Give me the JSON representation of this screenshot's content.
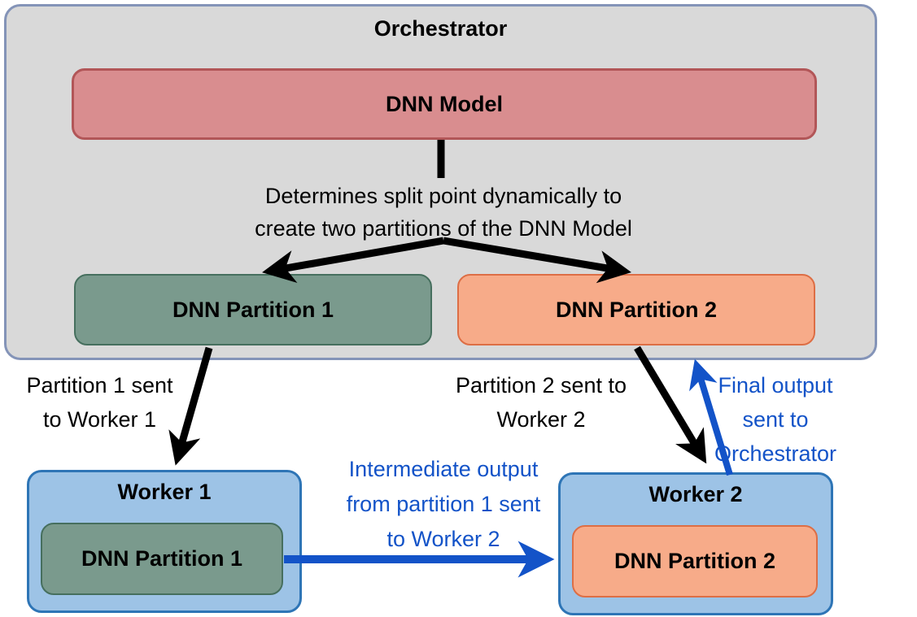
{
  "colors": {
    "canvas_bg": "#ffffff",
    "orchestrator_fill": "#d9d9d9",
    "orchestrator_border": "#8494b8",
    "model_fill": "#d98d8f",
    "model_border": "#b25658",
    "partition1_fill": "#7a9a8d",
    "partition1_border": "#466f5e",
    "partition2_fill": "#f7ab89",
    "partition2_border": "#dd6e45",
    "worker_fill": "#9dc3e6",
    "worker_border": "#2e75b6",
    "black": "#000000",
    "blue": "#1353c8"
  },
  "orchestrator": {
    "title": "Orchestrator",
    "model_label": "DNN Model",
    "split_caption_line1": "Determines split point dynamically to",
    "split_caption_line2": "create two partitions of the DNN Model",
    "partition1_label": "DNN Partition 1",
    "partition2_label": "DNN Partition 2"
  },
  "edges": {
    "partition1_to_worker1": {
      "line1": "Partition 1 sent",
      "line2": "to Worker 1"
    },
    "partition2_to_worker2": {
      "line1": "Partition 2 sent to",
      "line2": "Worker 2"
    },
    "final_output": {
      "line1": "Final output",
      "line2": "sent to",
      "line3": "Orchestrator"
    },
    "intermediate_output": {
      "line1": "Intermediate output",
      "line2": "from partition 1 sent",
      "line3": "to Worker 2"
    }
  },
  "worker1": {
    "title": "Worker 1",
    "partition_label": "DNN Partition 1"
  },
  "worker2": {
    "title": "Worker 2",
    "partition_label": "DNN Partition 2"
  }
}
